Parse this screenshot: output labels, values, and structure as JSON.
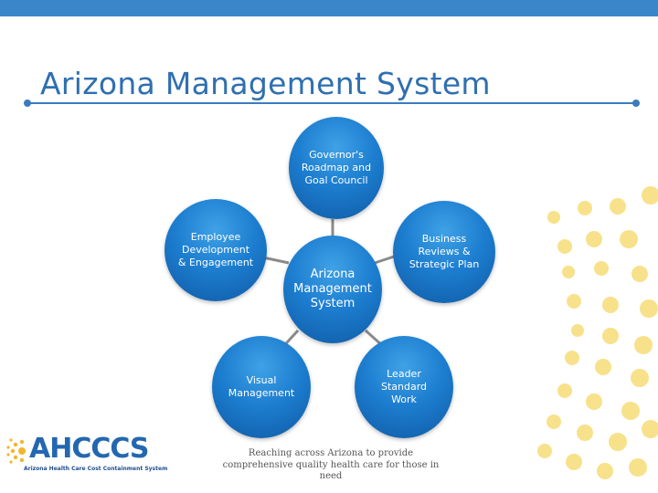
{
  "slide": {
    "title": "Arizona Management System",
    "footer_text": "Reaching across Arizona to provide comprehensive quality health care for those in need"
  },
  "diagram": {
    "center": "Arizona\nManagement\nSystem",
    "nodes": [
      "Governor's\nRoadmap and\nGoal Council",
      "Business\nReviews &\nStrategic Plan",
      "Leader\nStandard\nWork",
      "Visual\nManagement",
      "Employee\nDevelopment\n& Engagement"
    ]
  },
  "logo": {
    "wordmark": "AHCCCS",
    "subtitle": "Arizona Health Care Cost Containment System"
  },
  "colors": {
    "accent": "#2f6fb0",
    "node_fill": "#1d7ed0",
    "sun": "#f6d765",
    "top_bar": "#3a86c8"
  }
}
